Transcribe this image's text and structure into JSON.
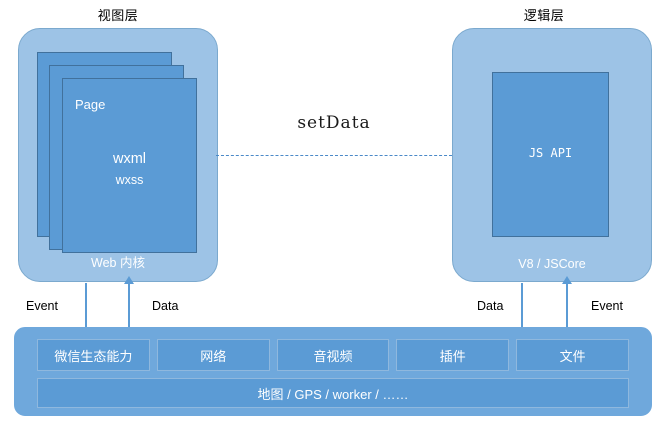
{
  "captions": {
    "view_layer": "视图层",
    "logic_layer": "逻辑层"
  },
  "view_layer": {
    "footer_label": "Web 内核",
    "page_card": {
      "title": "Page",
      "main": "wxml",
      "sub": "wxss"
    }
  },
  "logic_layer": {
    "footer_label": "V8 / JSCore",
    "api_box_label": "JS API"
  },
  "connector": {
    "label": "setData",
    "style": "dashed"
  },
  "arrows": {
    "view_event": "Event",
    "view_data": "Data",
    "logic_data": "Data",
    "logic_event": "Event"
  },
  "native_bar": {
    "cells": [
      "微信生态能力",
      "网络",
      "音视频",
      "插件",
      "文件"
    ],
    "wide_cell": "地图 / GPS / worker / ……"
  },
  "colors": {
    "panel_fill": "#9DC3E6",
    "card_fill": "#5B9BD5",
    "card_border": "#41719C",
    "native_bar_fill": "#6FA8DC",
    "arrow": "#5B9BD5",
    "connector": "#4A89C8",
    "text_on_fill": "#FFFFFF",
    "text_on_white": "#000000"
  }
}
